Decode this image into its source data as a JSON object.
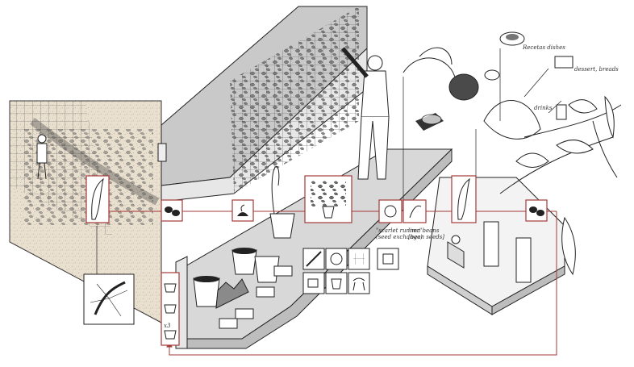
{
  "labels": {
    "recipe_dishes": "Recetas dishes",
    "desserts_breads": "dessert, breads",
    "drinks": "drinks",
    "scarlet_runner_left": "\"scarlet runner\"",
    "scarlet_runner_left_sub": "(seed exchange)",
    "scarlet_runner_right": "lima beans",
    "scarlet_runner_right_sub": "[bean seeds]",
    "seed_count": "x3"
  },
  "colors": {
    "flow_line": "#a33a3a",
    "ink": "#2a2a2a",
    "tan_wall": "#e9dfcf",
    "gray_floor": "#d8d8d8",
    "gray_wall": "#c9c9c9"
  }
}
